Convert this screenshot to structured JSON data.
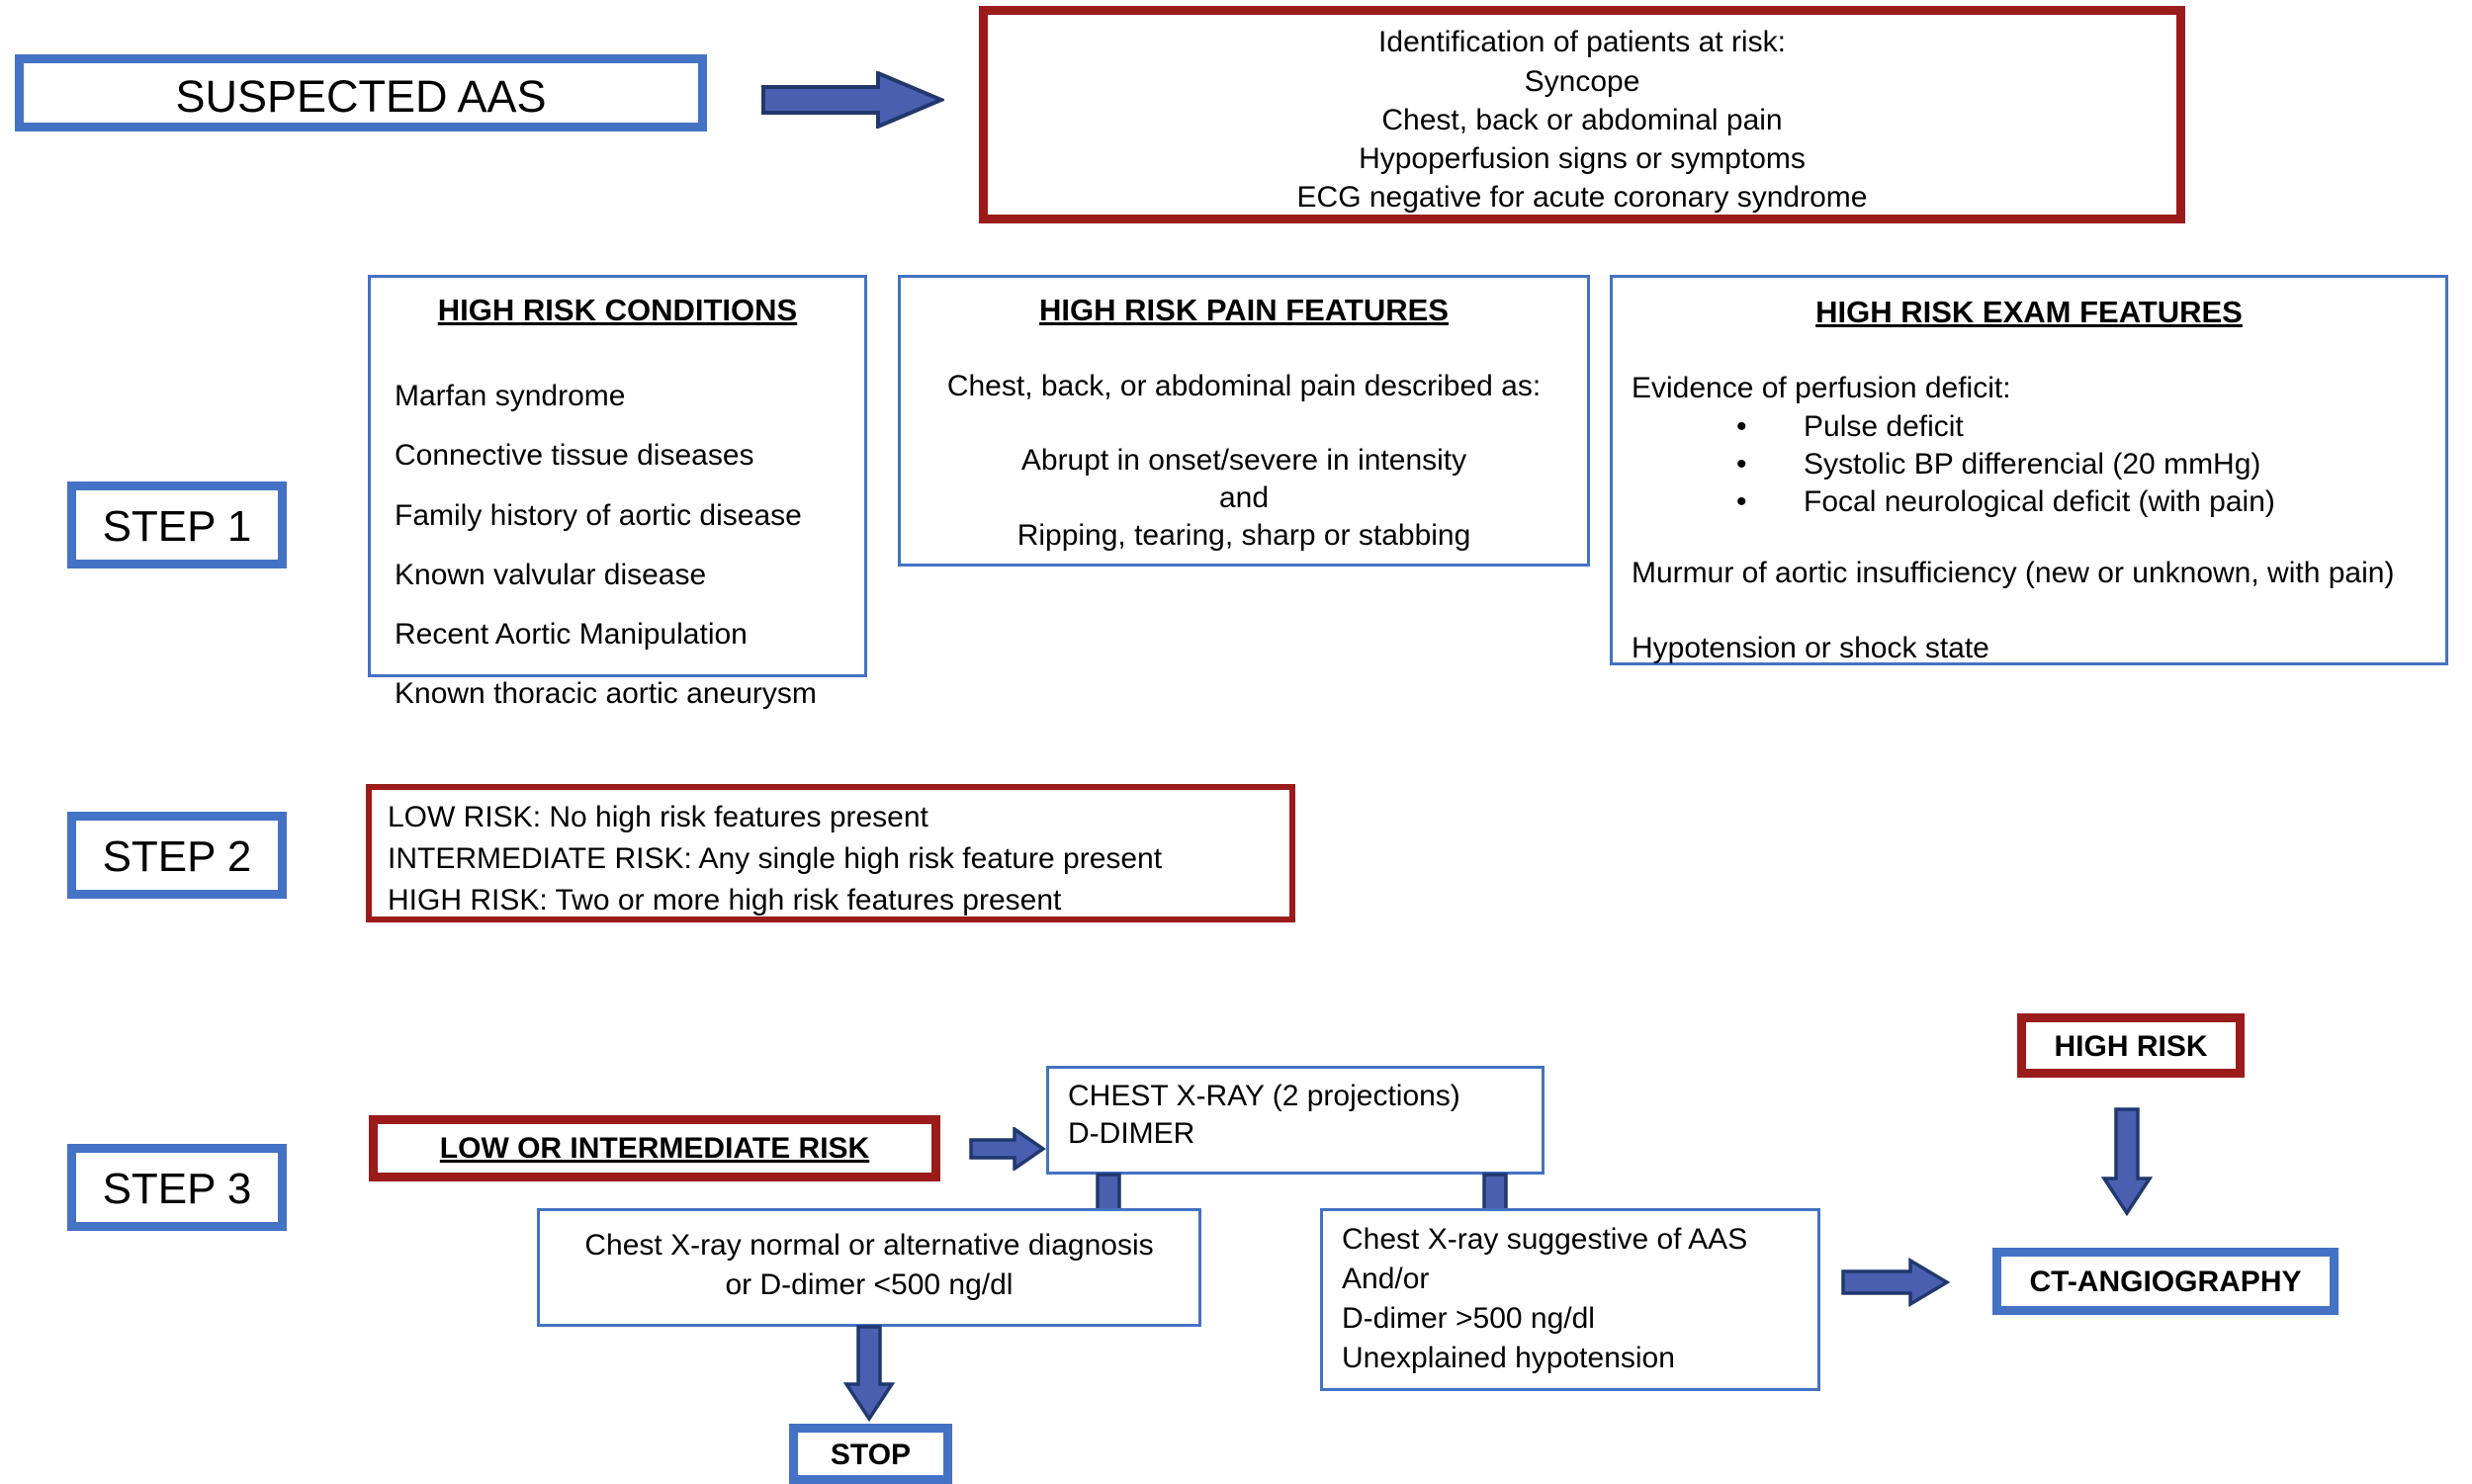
{
  "colors": {
    "blue_border": "#4472C4",
    "red_border": "#9B1B1B",
    "arrow_fill": "#4A5FB0",
    "arrow_stroke": "#21386E",
    "text": "#000000",
    "background": "#FFFFFF"
  },
  "nodes": {
    "suspected_aas": {
      "label": "SUSPECTED AAS"
    },
    "identification": {
      "lines": [
        "Identification of patients at risk:",
        "Syncope",
        "Chest, back or abdominal pain",
        "Hypoperfusion signs or symptoms",
        "ECG negative for acute coronary syndrome"
      ]
    },
    "step1_label": {
      "label": "STEP 1"
    },
    "step2_label": {
      "label": "STEP 2"
    },
    "step3_label": {
      "label": "STEP 3"
    },
    "high_risk_conditions": {
      "title": "HIGH RISK CONDITIONS",
      "items": [
        "Marfan syndrome",
        "Connective tissue diseases",
        "Family history of aortic disease",
        "Known valvular disease",
        "Recent Aortic Manipulation",
        "Known thoracic aortic aneurysm"
      ]
    },
    "high_risk_pain_features": {
      "title": "HIGH RISK PAIN FEATURES",
      "intro": "Chest, back, or abdominal pain described as:",
      "lines": [
        "Abrupt in onset/severe in intensity",
        "and",
        "Ripping, tearing, sharp or stabbing"
      ]
    },
    "high_risk_exam_features": {
      "title": "HIGH RISK EXAM FEATURES",
      "intro": "Evidence of perfusion deficit:",
      "bullets": [
        "Pulse deficit",
        "Systolic BP differencial (20 mmHg)",
        "Focal neurological deficit (with pain)"
      ],
      "extra_lines": [
        "Murmur of aortic insufficiency (new or unknown, with pain)",
        "Hypotension or shock state"
      ]
    },
    "risk_stratification": {
      "lines": [
        "LOW RISK: No high risk features present",
        "INTERMEDIATE RISK: Any single high risk feature present",
        "HIGH RISK: Two or more high risk features present"
      ]
    },
    "low_or_intermediate_risk": {
      "label": "LOW OR INTERMEDIATE RISK"
    },
    "chest_xray_ddimer": {
      "lines": [
        "CHEST X-RAY (2 projections)",
        "D-DIMER"
      ]
    },
    "high_risk": {
      "label": "HIGH RISK"
    },
    "xray_normal": {
      "lines": [
        "Chest X-ray normal or alternative diagnosis",
        "or D-dimer <500 ng/dl"
      ]
    },
    "xray_suggestive": {
      "lines": [
        "Chest X-ray suggestive of AAS",
        "And/or",
        "D-dimer >500 ng/dl",
        "Unexplained hypotension"
      ]
    },
    "stop": {
      "label": "STOP"
    },
    "ct_angiography": {
      "label": "CT-ANGIOGRAPHY"
    }
  },
  "arrows": [
    {
      "name": "arrow-suspected-to-identification",
      "direction": "right"
    },
    {
      "name": "arrow-lowint-to-chestxray",
      "direction": "right"
    },
    {
      "name": "arrow-chestxray-to-normal",
      "direction": "down"
    },
    {
      "name": "arrow-chestxray-to-suggestive",
      "direction": "down"
    },
    {
      "name": "arrow-normal-to-stop",
      "direction": "down"
    },
    {
      "name": "arrow-highrisk-to-ctangio",
      "direction": "down"
    },
    {
      "name": "arrow-suggestive-to-ctangio",
      "direction": "right"
    }
  ]
}
